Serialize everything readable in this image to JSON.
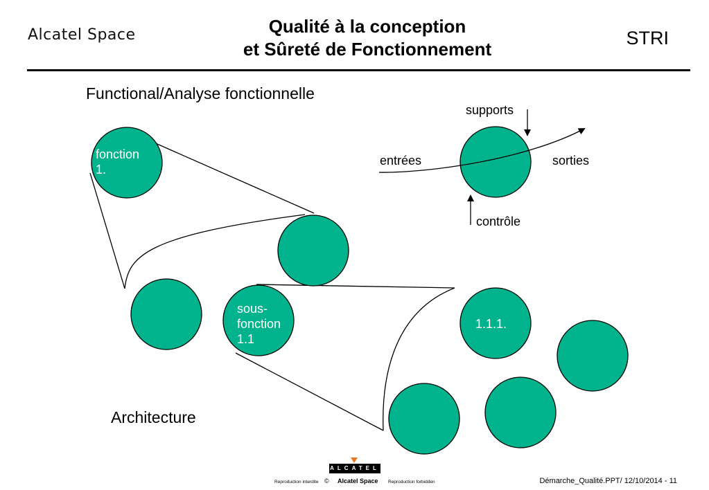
{
  "header": {
    "brand": "Alcatel Space",
    "title_line1": "Qualité à la conception",
    "title_line2": "et Sûreté de Fonctionnement",
    "code": "STRI"
  },
  "subtitle": "Functional/Analyse fonctionnelle",
  "diagram": {
    "circle_fonction": [
      "fonction",
      "1."
    ],
    "circle_sous_fonction": [
      "sous-",
      "fonction",
      "1.1"
    ],
    "circle_leaf": "1.1.1.",
    "function_box": {
      "inputs": "entrées",
      "outputs": "sorties",
      "supports": "supports",
      "control": "contrôle"
    },
    "architecture_label": "Architecture"
  },
  "colors": {
    "circle_fill": "#00b38c",
    "logo_mark": "#e87722"
  },
  "footer": {
    "logo_text": "ALCATEL",
    "repro_left": "Reproduction interdite",
    "copyright": "©",
    "brand": "Alcatel Space",
    "repro_right": "Reproduction forbidden",
    "reference": "Démarche_Qualité.PPT/ 12/10/2014 - 11"
  }
}
